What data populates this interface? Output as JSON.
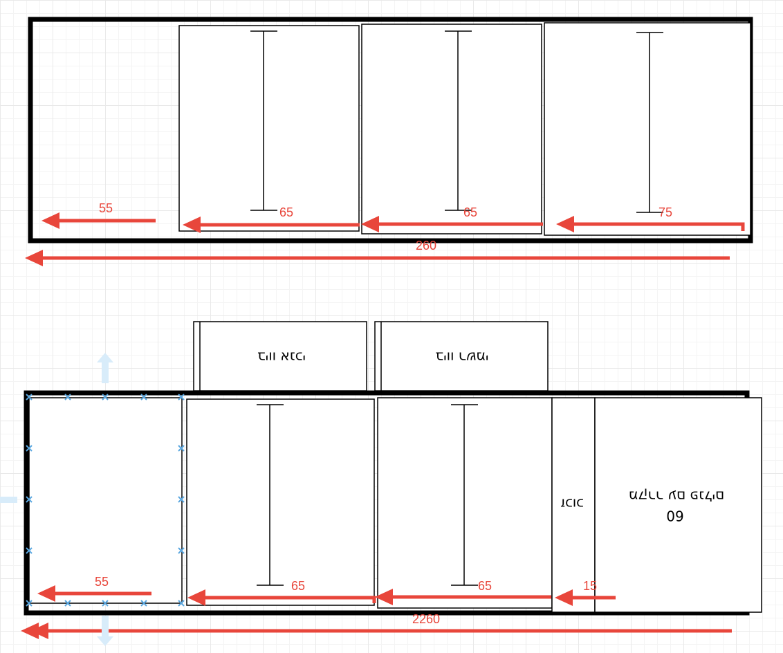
{
  "top": {
    "dimensions": {
      "d1": "55",
      "d2": "65",
      "d3": "65",
      "d4": "75",
      "total": "260"
    }
  },
  "bottom": {
    "labels": {
      "upper_left": "ביוו אנכי",
      "upper_right": "ביוו רשמי",
      "narrow": "זכוכ",
      "wide_line1": "מקרר עם פנלים",
      "wide_line2": "60"
    },
    "dimensions": {
      "d1": "55",
      "d2": "65",
      "d3": "65",
      "d4": "15",
      "total": "2260"
    }
  },
  "colors": {
    "arrow": "#e8463b",
    "outline": "#000000",
    "selection": "#5aa7e0"
  }
}
